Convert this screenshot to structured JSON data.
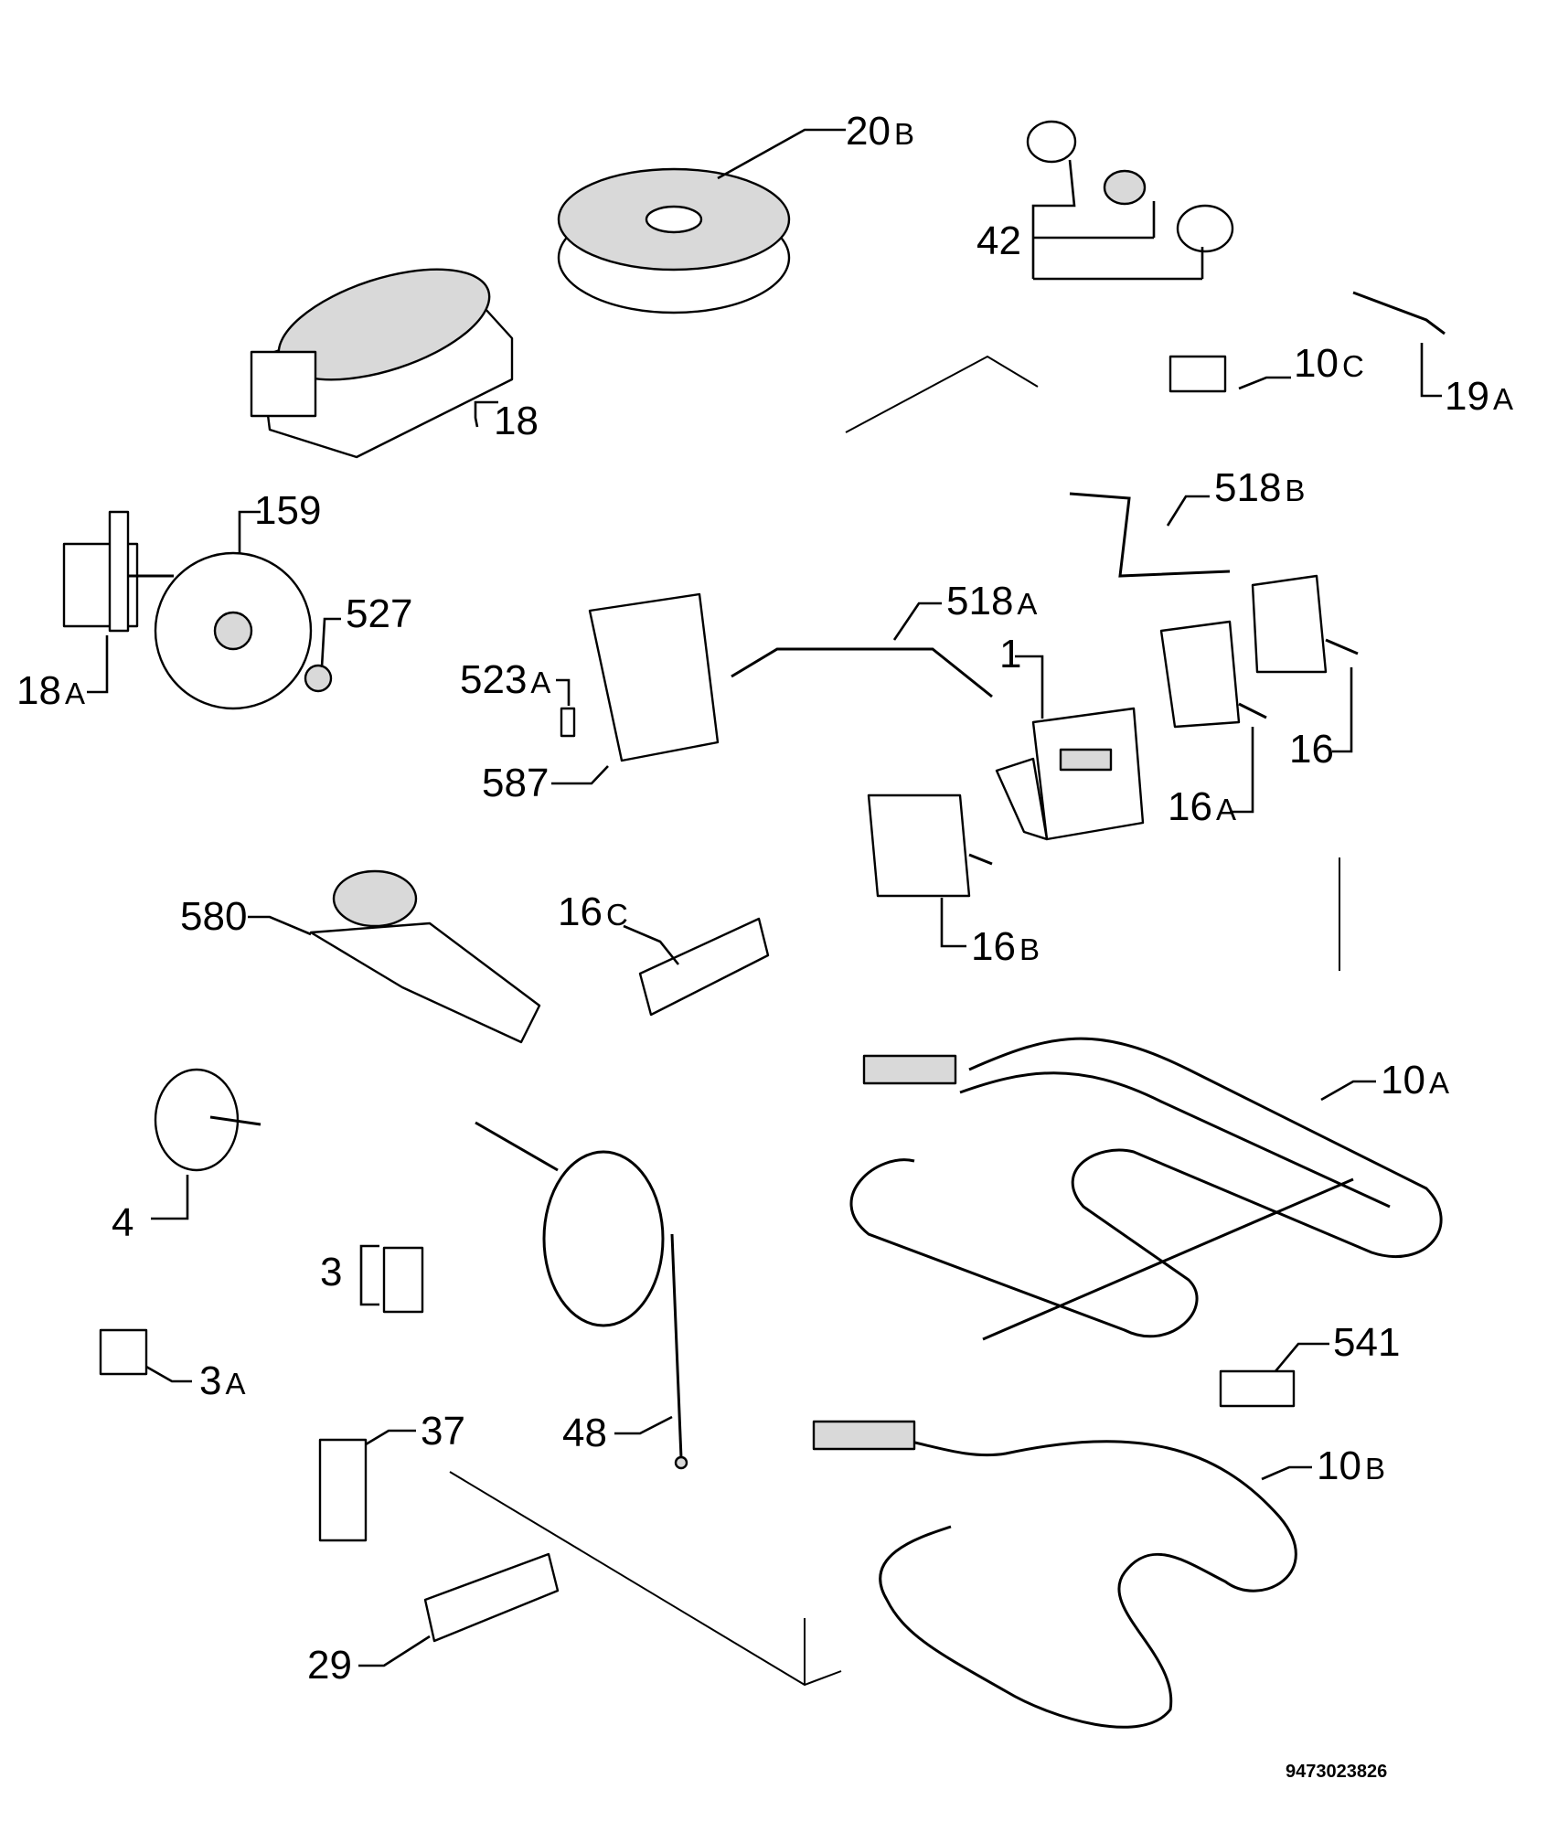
{
  "document_number": "9473023826",
  "parts": [
    {
      "id": "p20b",
      "num": "20",
      "suffix": "B"
    },
    {
      "id": "p42",
      "num": "42",
      "suffix": ""
    },
    {
      "id": "p18",
      "num": "18",
      "suffix": ""
    },
    {
      "id": "p10c",
      "num": "10",
      "suffix": "C"
    },
    {
      "id": "p19a",
      "num": "19",
      "suffix": "A"
    },
    {
      "id": "p159",
      "num": "159",
      "suffix": ""
    },
    {
      "id": "p518b",
      "num": "518",
      "suffix": "B"
    },
    {
      "id": "p527",
      "num": "527",
      "suffix": ""
    },
    {
      "id": "p18a",
      "num": "18",
      "suffix": "A"
    },
    {
      "id": "p518a",
      "num": "518",
      "suffix": "A"
    },
    {
      "id": "p523a",
      "num": "523",
      "suffix": "A"
    },
    {
      "id": "p1",
      "num": "1",
      "suffix": ""
    },
    {
      "id": "p16",
      "num": "16",
      "suffix": ""
    },
    {
      "id": "p587",
      "num": "587",
      "suffix": ""
    },
    {
      "id": "p16a",
      "num": "16",
      "suffix": "A"
    },
    {
      "id": "p580",
      "num": "580",
      "suffix": ""
    },
    {
      "id": "p16c",
      "num": "16",
      "suffix": "C"
    },
    {
      "id": "p16b",
      "num": "16",
      "suffix": "B"
    },
    {
      "id": "p10a",
      "num": "10",
      "suffix": "A"
    },
    {
      "id": "p4",
      "num": "4",
      "suffix": ""
    },
    {
      "id": "p3",
      "num": "3",
      "suffix": ""
    },
    {
      "id": "p541",
      "num": "541",
      "suffix": ""
    },
    {
      "id": "p3a",
      "num": "3",
      "suffix": "A"
    },
    {
      "id": "p37",
      "num": "37",
      "suffix": ""
    },
    {
      "id": "p48",
      "num": "48",
      "suffix": ""
    },
    {
      "id": "p10b",
      "num": "10",
      "suffix": "B"
    },
    {
      "id": "p29",
      "num": "29",
      "suffix": ""
    }
  ]
}
